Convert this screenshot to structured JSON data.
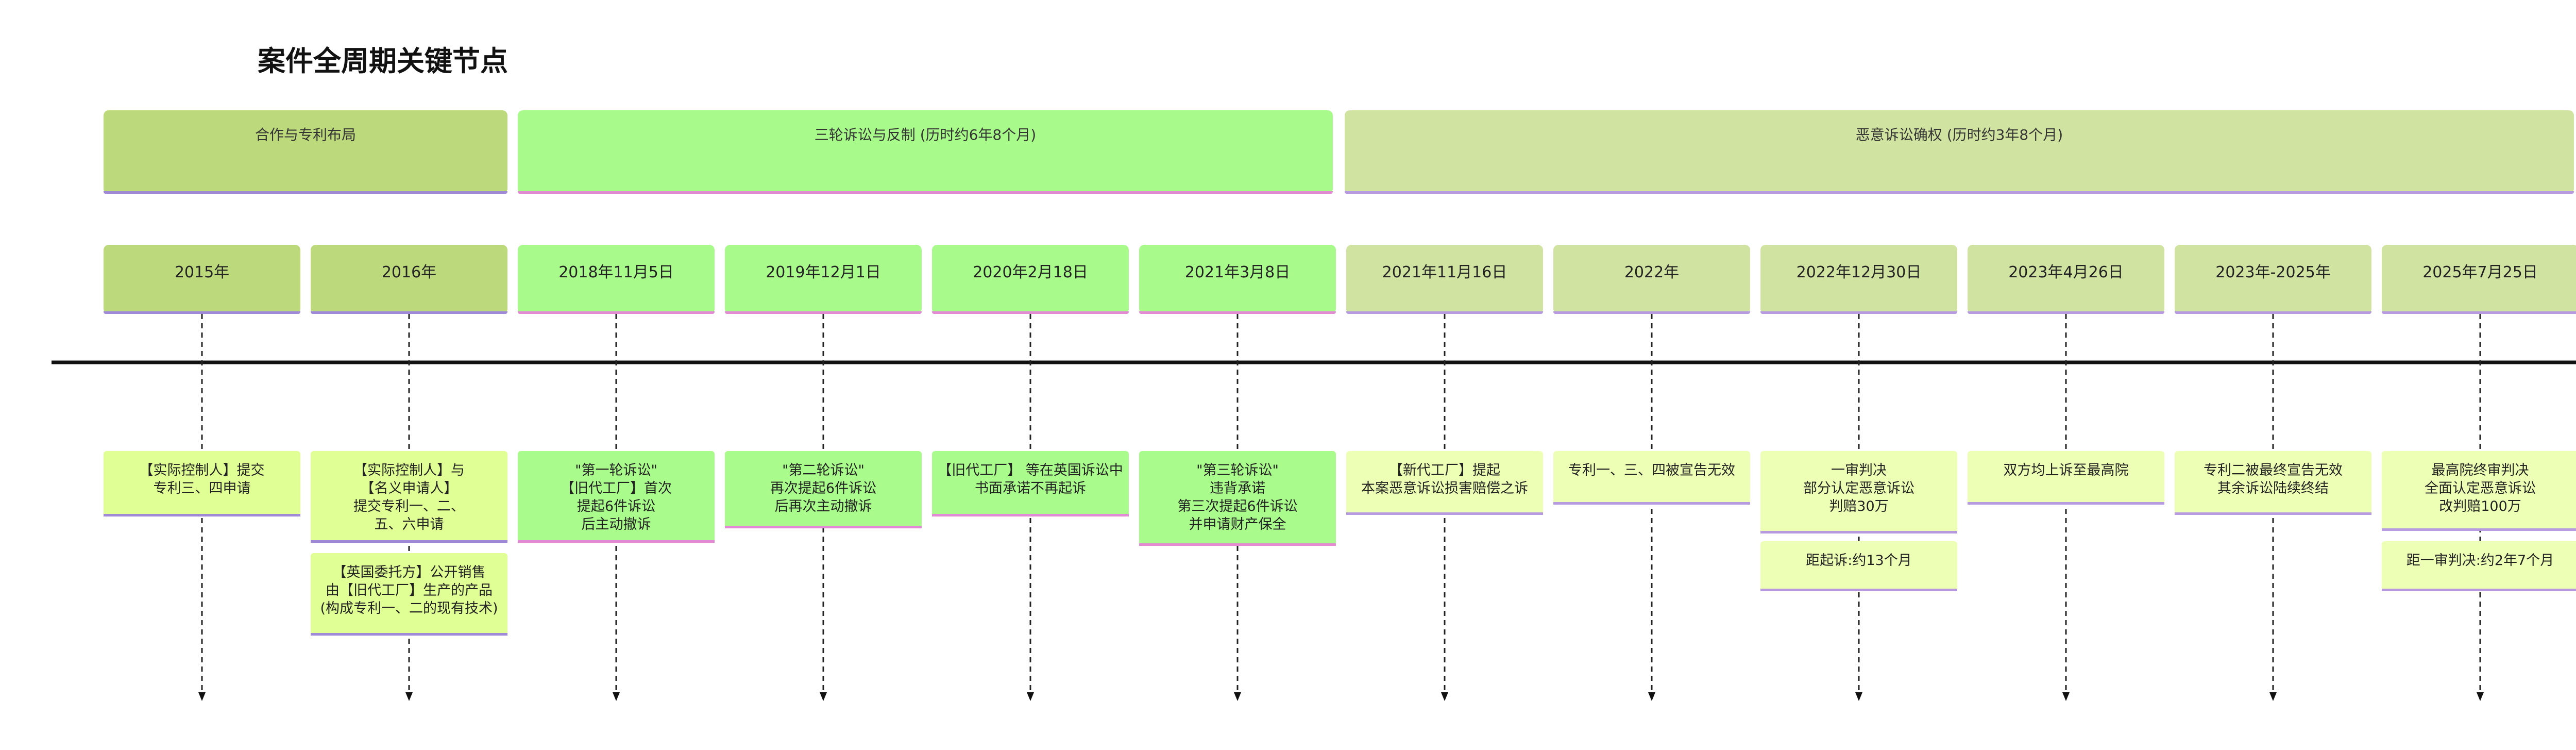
{
  "title": "案件全周期关键节点",
  "phases": [
    {
      "label": "合作与专利布局"
    },
    {
      "label": "三轮诉讼与反制 (历时约6年8个月)"
    },
    {
      "label": "恶意诉讼确权 (历时约3年8个月)"
    }
  ],
  "dates": [
    "2015年",
    "2016年",
    "2018年11月5日",
    "2019年12月1日",
    "2020年2月18日",
    "2021年3月8日",
    "2021年11月16日",
    "2022年",
    "2022年12月30日",
    "2023年4月26日",
    "2023年-2025年",
    "2025年7月25日"
  ],
  "events": [
    "【实际控制人】提交\n专利三、四申请",
    "【实际控制人】与\n【名义申请人】\n提交专利一、二、\n五、六申请",
    "\"第一轮诉讼\"\n【旧代工厂】首次\n提起6件诉讼\n后主动撤诉",
    "\"第二轮诉讼\"\n再次提起6件诉讼\n后再次主动撤诉",
    "【旧代工厂】 等在英国诉讼中\n书面承诺不再起诉",
    "\"第三轮诉讼\"\n违背承诺\n第三次提起6件诉讼\n并申请财产保全",
    "【新代工厂】提起\n本案恶意诉讼损害赔偿之诉",
    "专利一、三、四被宣告无效",
    "一审判决\n部分认定恶意诉讼\n判赔30万",
    "双方均上诉至最高院",
    "专利二被最终宣告无效\n其余诉讼陆续终结",
    "最高院终审判决\n全面认定恶意诉讼\n改判赔100万"
  ],
  "sub_events": [
    "【英国委托方】公开销售\n由【旧代工厂】生产的产品\n(构成专利一、二的现有技术)",
    "距起诉:约13个月",
    "距一审判决:约2年7个月"
  ],
  "colors": {
    "phase_1": "#bcd97b",
    "phase_2": "#a8fa8a",
    "phase_3": "#d0e3a0",
    "axis": "#111111"
  }
}
